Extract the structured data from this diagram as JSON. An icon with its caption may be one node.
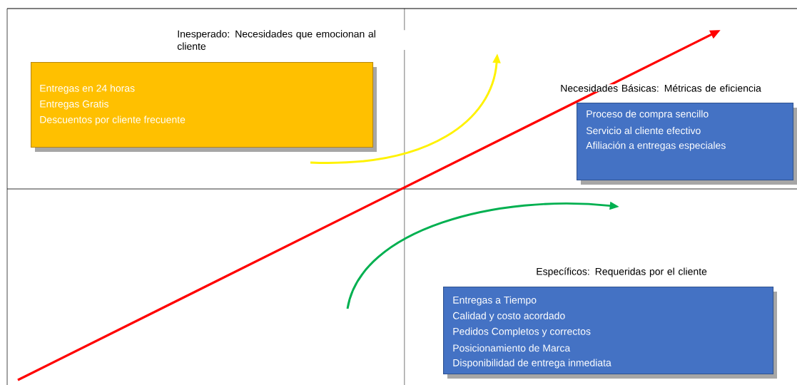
{
  "diagram": {
    "nodes": [
      {
        "text": [
          "Inesperado: Necesidades que emocionan al cliente",
          "Entregas en 24 horas",
          "Entregas Gratis",
          "Descuentos por cliente frecuente"
        ]
      },
      {
        "text": [
          "Necesidades Básicas: Métricas de eficiencia",
          "Proceso de compra sencillo",
          "Servicio al cliente efectivo",
          "Afiliación a entregas especiales"
        ]
      },
      {
        "text": [
          "Específicos: Requeridas por el cliente",
          "Entregas a Tiempo",
          "Calidad y costo acordado",
          "Pedidos Completos y correctos",
          "Posicionamiento de Marca",
          "Disponibilidad de entrega inmediata"
        ]
      }
    ]
  }
}
